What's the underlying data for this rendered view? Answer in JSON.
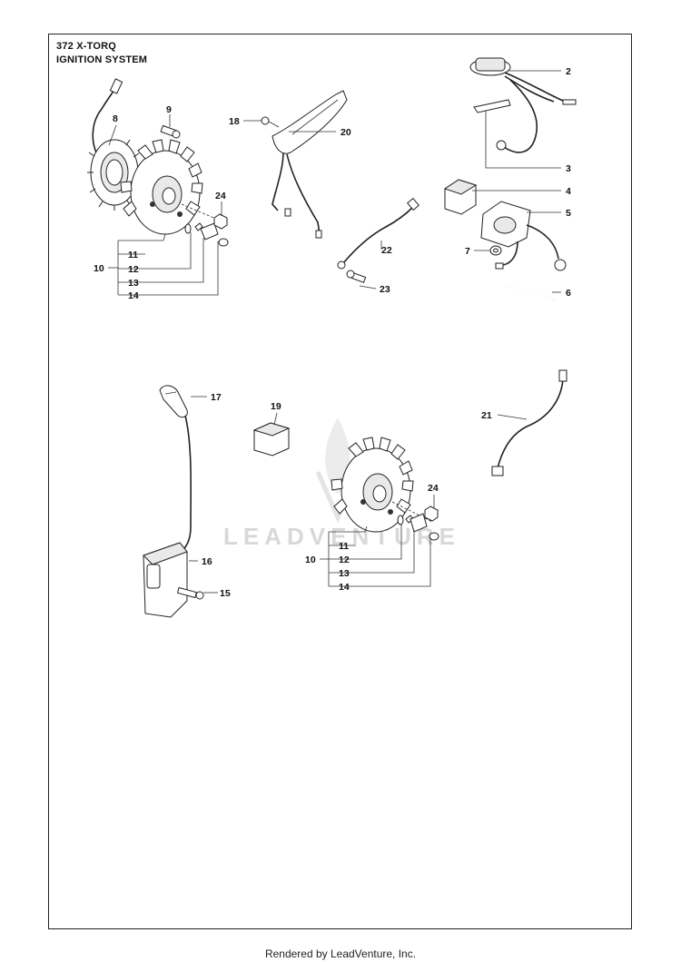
{
  "header": {
    "model": "372 X-TORQ",
    "section": "IGNITION SYSTEM"
  },
  "watermark": {
    "text": "LEADVENTURE"
  },
  "footer": {
    "text": "Rendered by LeadVenture, Inc."
  },
  "callouts": {
    "c2": "2",
    "c3": "3",
    "c4": "4",
    "c5": "5",
    "c6": "6",
    "c7": "7",
    "c8": "8",
    "c9": "9",
    "g1_10": "10",
    "g1_11": "11",
    "g1_12": "12",
    "g1_13": "13",
    "g1_14": "14",
    "c15": "15",
    "c16": "16",
    "c17": "17",
    "c18": "18",
    "c19": "19",
    "c20": "20",
    "c21": "21",
    "c22": "22",
    "c23": "23",
    "g1_24": "24",
    "g2_10": "10",
    "g2_11": "11",
    "g2_12": "12",
    "g2_13": "13",
    "g2_14": "14",
    "g2_24": "24"
  }
}
